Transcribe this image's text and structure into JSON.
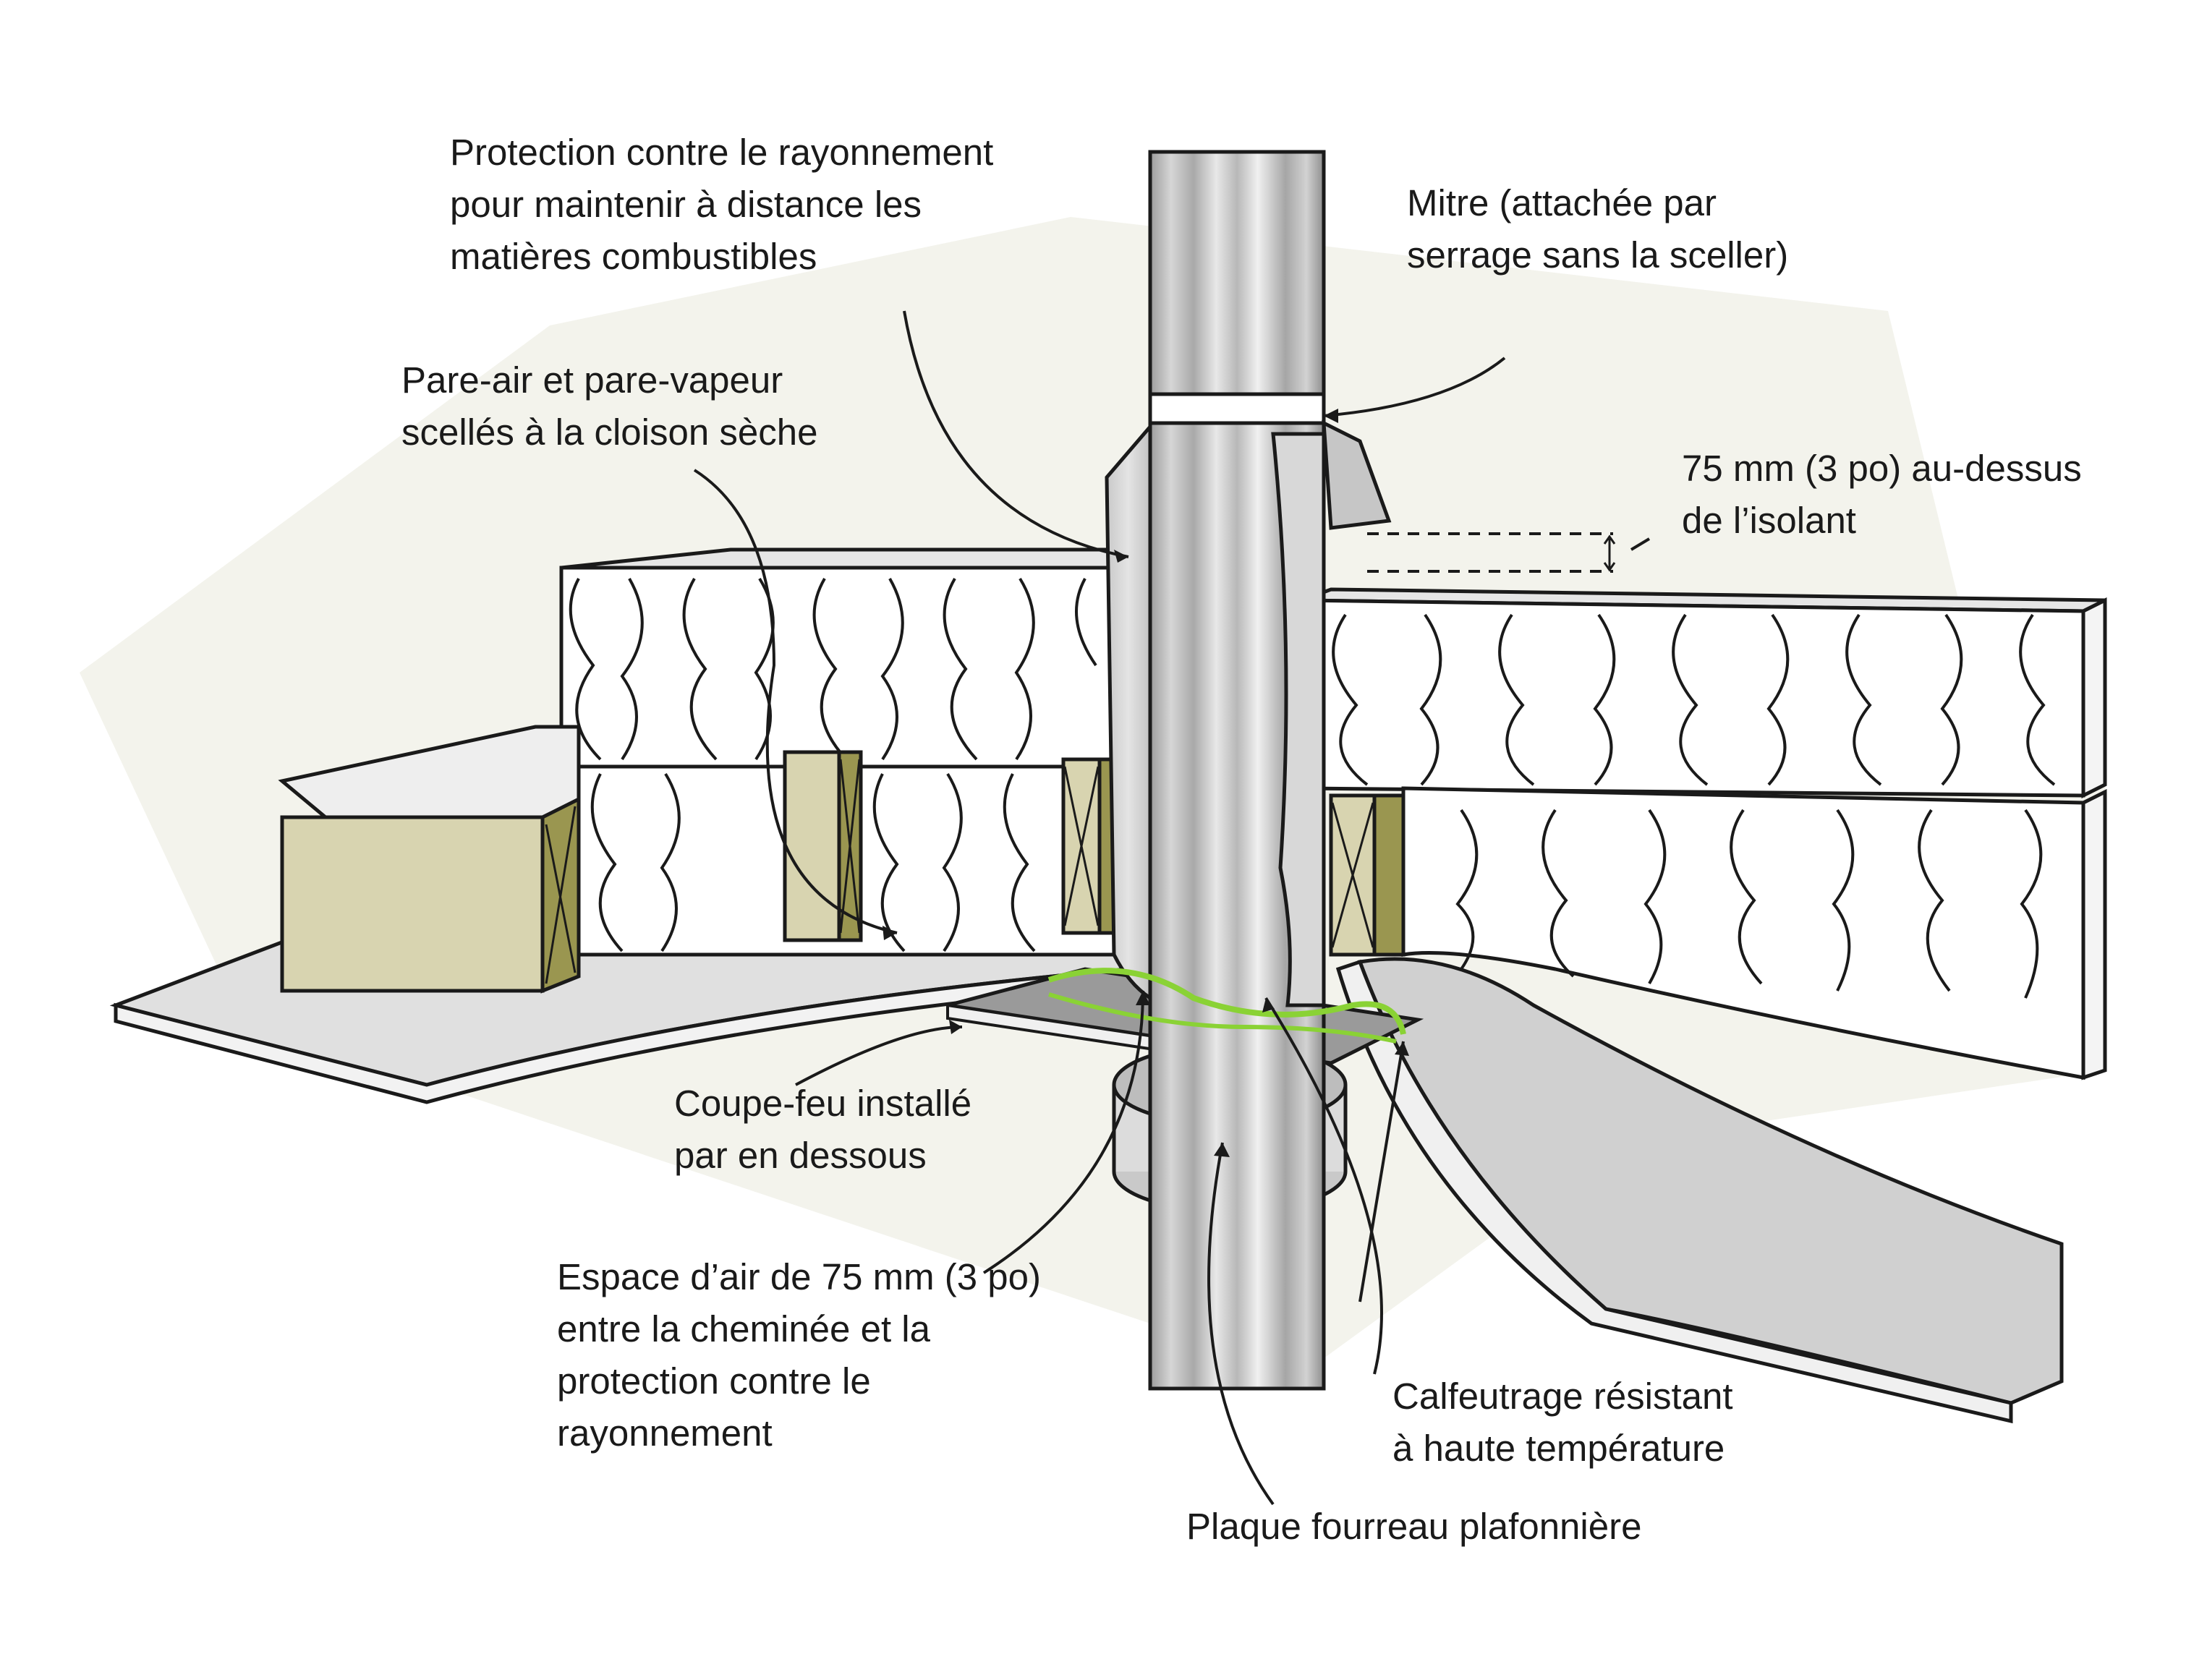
{
  "labels": {
    "radiation_shield": [
      "Protection contre le rayonnement",
      "pour maintenir à distance les",
      "matières combustibles"
    ],
    "storm_collar": [
      "Mitre (attachée par",
      "serrage sans la sceller)"
    ],
    "air_vapour_barrier": [
      "Pare-air et pare-vapeur",
      "scellés à la cloison sèche"
    ],
    "clearance_above_insulation": [
      "75 mm (3 po) au-dessus",
      "de l’isolant"
    ],
    "firestop": [
      "Coupe-feu installé",
      "par en dessous"
    ],
    "air_space": [
      "Espace d’air de 75 mm (3 po)",
      "entre la cheminée et la",
      "protection contre le",
      "rayonnement"
    ],
    "caulking": [
      "Calfeutrage résistant",
      "à haute température"
    ],
    "ceiling_plate": [
      "Plaque fourreau plafonnière"
    ]
  },
  "colors": {
    "outline": "#1a1a1a",
    "attic_background": "#f3f3ec",
    "insulation": "#ffffff",
    "wood_face": "#d8d4b0",
    "wood_end": "#9a9650",
    "drywall": "#e0e0e0",
    "drywall_edge": "#c7c7c7",
    "chimney": "#c4c4c4",
    "shield": "#d8d8d8",
    "firestop_plate": "#9a9a9a",
    "sealant": "#8ad235"
  }
}
